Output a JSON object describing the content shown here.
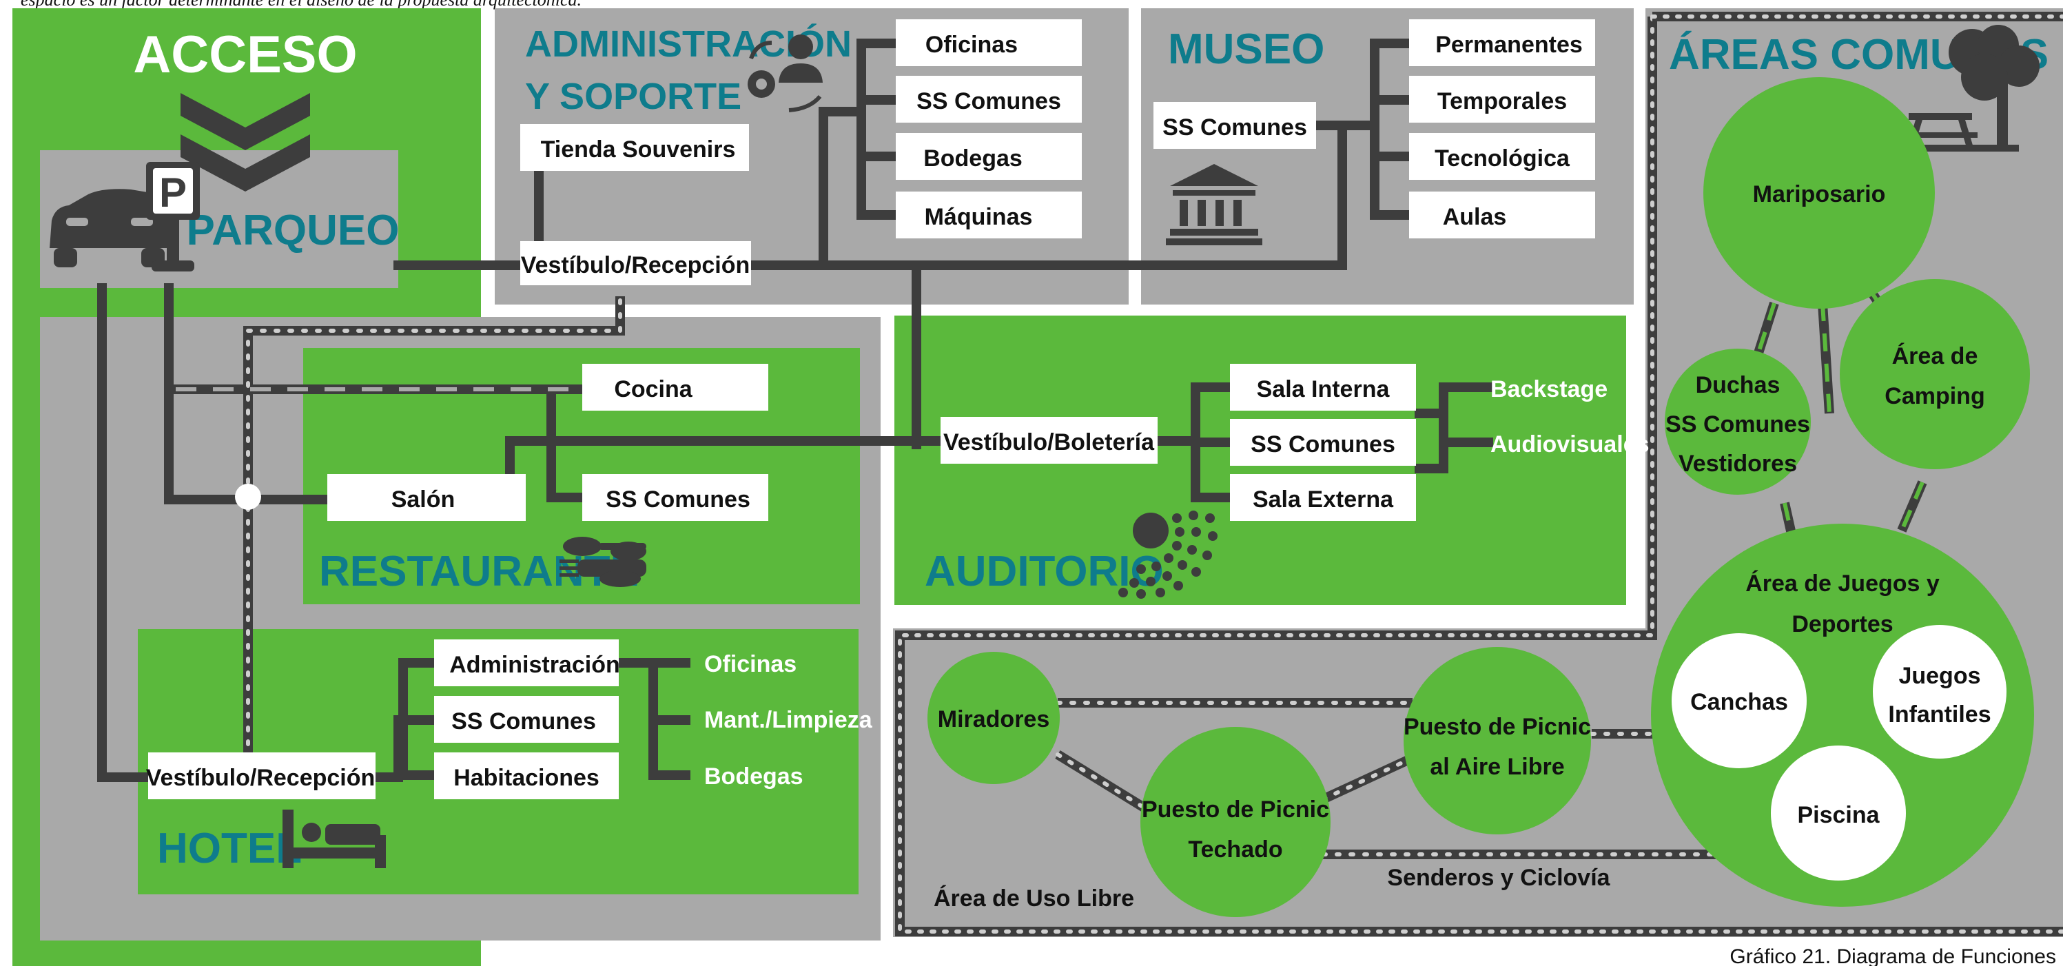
{
  "intro_text": "espacio es un factor determinante en el diseño de la propuesta arquitectónica.",
  "caption": "Gráfico 21. Diagrama de Funciones",
  "colors": {
    "green": "#5bb93c",
    "gray": "#a9a9a9",
    "dark": "#3d3d3d",
    "teal": "#0e7c8c",
    "white": "#ffffff"
  },
  "acceso": {
    "title": "ACCESO"
  },
  "parqueo": {
    "title": "PARQUEO",
    "icons": [
      "car-icon",
      "parking-sign-icon"
    ]
  },
  "administracion": {
    "title_line1": "ADMINISTRACIÓN",
    "title_line2": "Y SOPORTE",
    "icon": "admin-person-gear-icon",
    "tienda": "Tienda Souvenirs",
    "vestibulo": "Vestíbulo/Recepción",
    "items": [
      "Oficinas",
      "SS Comunes",
      "Bodegas",
      "Máquinas"
    ]
  },
  "museo": {
    "title": "MUSEO",
    "icon": "museum-building-icon",
    "ss": "SS Comunes",
    "items": [
      "Permanentes",
      "Temporales",
      "Tecnológica",
      "Aulas"
    ]
  },
  "restaurante": {
    "title": "RESTAURANTE",
    "icon": "cutlery-icon",
    "cocina": "Cocina",
    "salon": "Salón",
    "ss": "SS Comunes"
  },
  "auditorio": {
    "title": "AUDITORIO",
    "icon": "auditorium-seats-icon",
    "vestibulo": "Vestíbulo/Boletería",
    "salas": [
      "Sala Interna",
      "SS Comunes",
      "Sala Externa"
    ],
    "extras": [
      "Backstage",
      "Audiovisuales"
    ]
  },
  "hotel": {
    "title": "HOTEL",
    "icon": "bed-icon",
    "vestibulo": "Vestíbulo/Recepción",
    "items": [
      "Administración",
      "SS Comunes",
      "Habitaciones"
    ],
    "admin_items": [
      "Oficinas",
      "Mant./Limpieza",
      "Bodegas"
    ]
  },
  "areas_comunes": {
    "title": "ÁREAS COMUNES",
    "icon": "tree-picnic-table-icon",
    "mariposario": "Mariposario",
    "duchas": [
      "Duchas",
      "SS Comunes",
      "Vestidores"
    ],
    "camping": [
      "Área de",
      "Camping"
    ],
    "juegos_title": [
      "Área de Juegos y",
      "Deportes"
    ],
    "canchas": "Canchas",
    "juegos_infantiles": [
      "Juegos",
      "Infantiles"
    ],
    "piscina": "Piscina"
  },
  "uso_libre": {
    "label": "Área de Uso Libre",
    "miradores": "Miradores",
    "picnic_techado": [
      "Puesto de Picnic",
      "Techado"
    ],
    "picnic_aire": [
      "Puesto de Picnic",
      "al Aire Libre"
    ],
    "senderos": "Senderos y Ciclovía"
  }
}
